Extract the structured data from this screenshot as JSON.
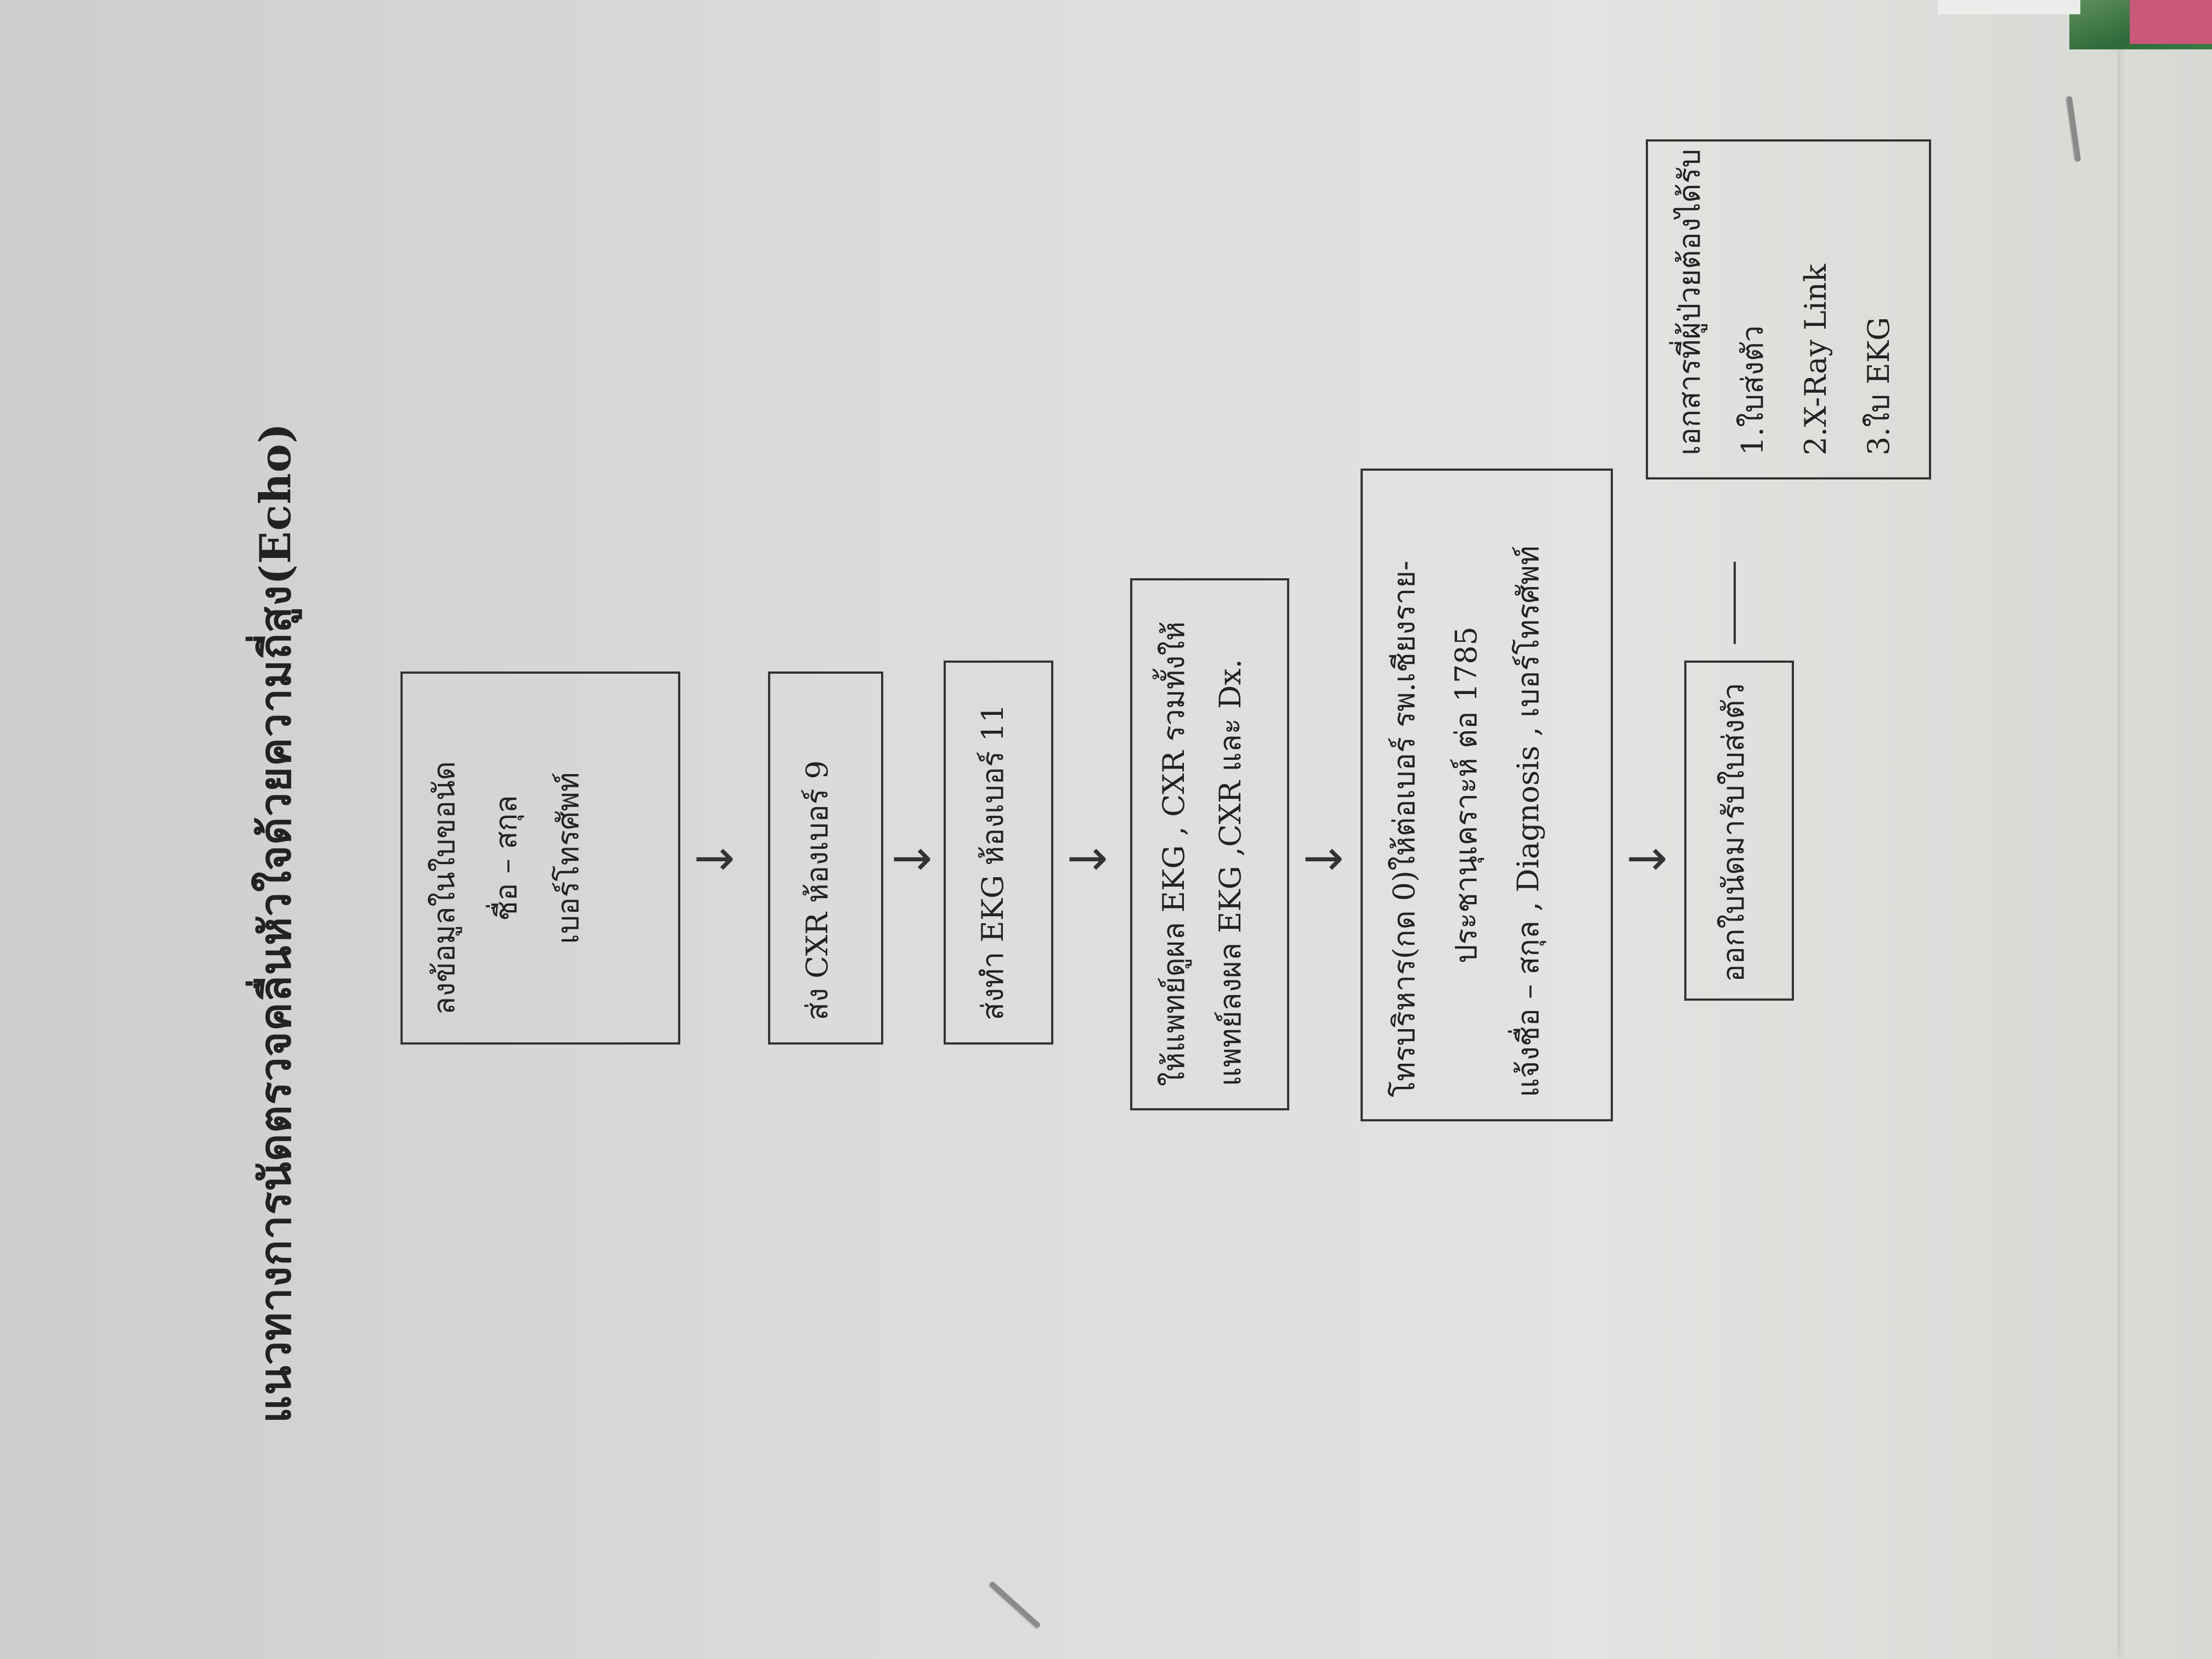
{
  "title": "แนวทางการนัดตรวจคลื่นหัวใจด้วยความถี่สูง(Echo)",
  "steps": [
    {
      "lines": [
        "ลงข้อมูลในใบขอนัด",
        "ชื่อ – สกุล",
        "เบอร์โทรศัพท์"
      ]
    },
    {
      "lines": [
        "ส่ง CXR ห้องเบอร์ 9"
      ]
    },
    {
      "lines": [
        "ส่งทำ EKG ห้องเบอร์ 11"
      ]
    },
    {
      "lines": [
        "ให้แพทย์ดูผล EKG , CXR รวมทั้งให้",
        "แพทย์ลงผล EKG ,CXR และ Dx."
      ]
    },
    {
      "lines": [
        "โทรบริหาร(กด 0)ให้ต่อเบอร์ รพ.เชียงราย-",
        "ประชานุเคราะห์  ต่อ 1785",
        "แจ้งชื่อ – สกุล , Diagnosis , เบอร์โทรศัพท์"
      ]
    },
    {
      "lines": [
        "ออกใบนัดมารับใบส่งตัว"
      ]
    }
  ],
  "documents_box": {
    "heading": "เอกสารที่ผู้ป่วยต้องได้รับ",
    "items": [
      "1.ใบส่งตัว",
      "2.X-Ray Link",
      "3.ใบ EKG"
    ]
  },
  "arrow_glyph": "↓"
}
